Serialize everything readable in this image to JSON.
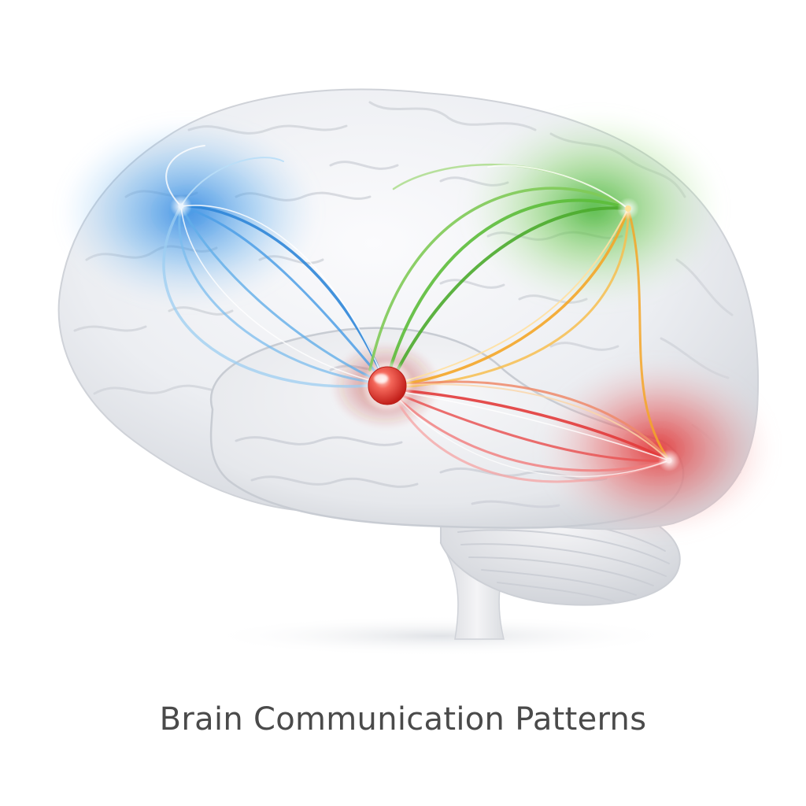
{
  "caption": "Brain Communication Patterns",
  "colors": {
    "background": "#ffffff",
    "caption_text": "#4a4a4a",
    "brain_tissue": "#eceef2",
    "hub": "#e43a35",
    "region_blue": "#2f86d8",
    "region_green": "#5cbd3a",
    "region_red": "#e23b3b",
    "pathway_orange": "#f4a628"
  },
  "diagram": {
    "hub_node": {
      "name": "central-hub",
      "color": "#e43a35"
    },
    "regions": [
      {
        "name": "blue-region",
        "color": "#2f86d8"
      },
      {
        "name": "green-region",
        "color": "#5cbd3a"
      },
      {
        "name": "red-region",
        "color": "#e23b3b"
      }
    ]
  }
}
